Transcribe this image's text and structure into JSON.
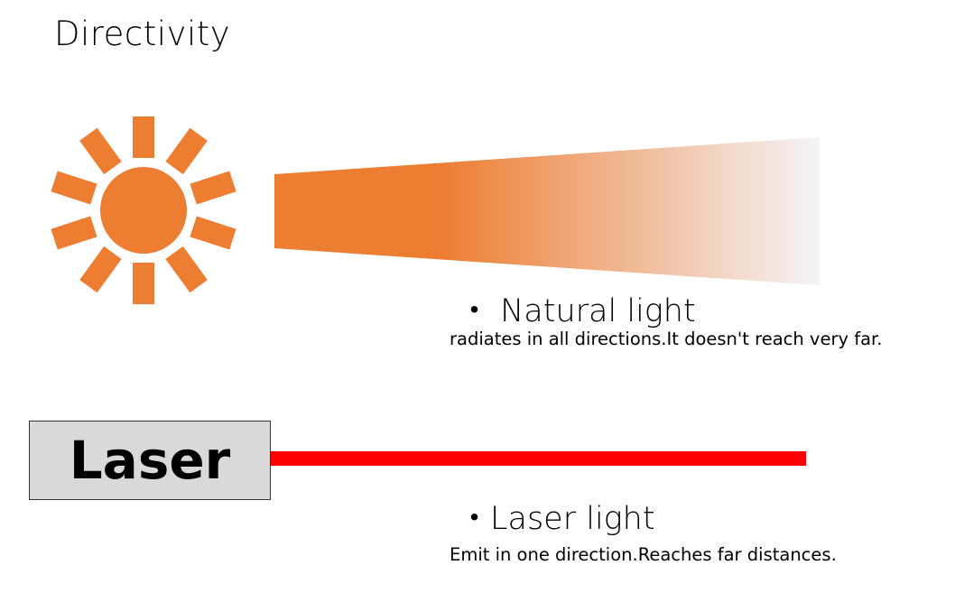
{
  "title": "Directivity",
  "natural": {
    "heading": "・ Natural light",
    "description": "radiates in all directions.It doesn't reach very far."
  },
  "laser": {
    "label": "Laser",
    "heading": "・Laser light",
    "description": "Emit in one direction.Reaches far distances."
  },
  "colors": {
    "sun": "#ed7d31",
    "laser_beam": "#ff0000",
    "laser_box": "#d9d9d9"
  },
  "icons": {
    "sun": "sun-icon"
  }
}
